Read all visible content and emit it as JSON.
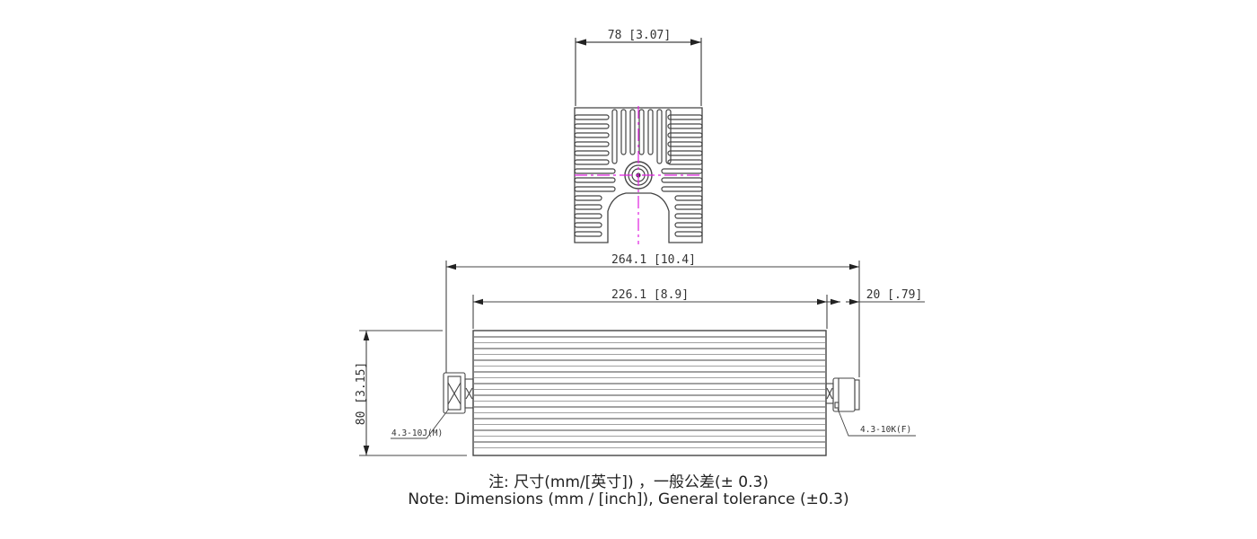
{
  "top_view": {
    "width_dim": "78 [3.07]",
    "centerline_color": "#e020e0"
  },
  "side_view": {
    "overall_length_dim": "264.1 [10.4]",
    "body_length_dim": "226.1 [8.9]",
    "connector_length_dim": "20 [.79]",
    "height_dim": "80 [3.15]",
    "left_connector_label": "4.3-10J(M)",
    "right_connector_label": "4.3-10K(F)"
  },
  "notes": {
    "chinese": "注: 尺寸(mm/[英寸]) ，一般公差(± 0.3)",
    "english": "Note: Dimensions (mm / [inch]), General tolerance (±0.3)"
  }
}
